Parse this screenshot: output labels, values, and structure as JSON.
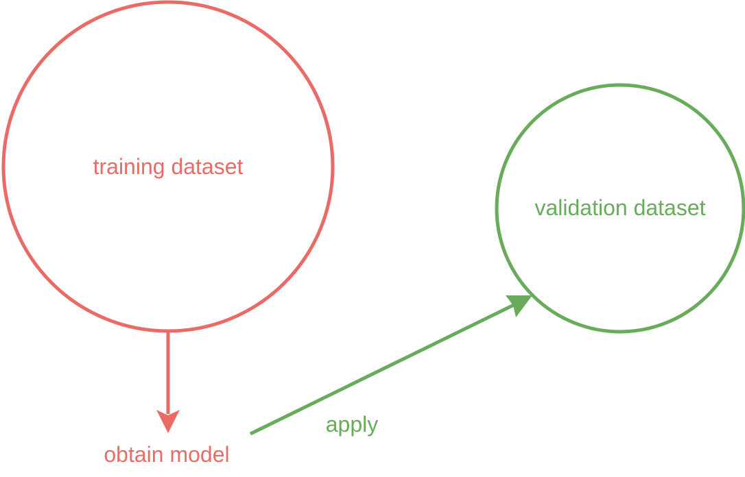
{
  "nodes": {
    "training": {
      "label": "training dataset",
      "color": "#ea6b66"
    },
    "validation": {
      "label": "validation dataset",
      "color": "#67ab5b"
    },
    "model": {
      "label": "obtain model",
      "color": "#ea6b66"
    }
  },
  "edges": {
    "obtain": {
      "from": "training dataset",
      "to": "obtain model",
      "color": "#ea6b66"
    },
    "apply": {
      "label": "apply",
      "from": "obtain model",
      "to": "validation dataset",
      "color": "#67ab5b"
    }
  }
}
